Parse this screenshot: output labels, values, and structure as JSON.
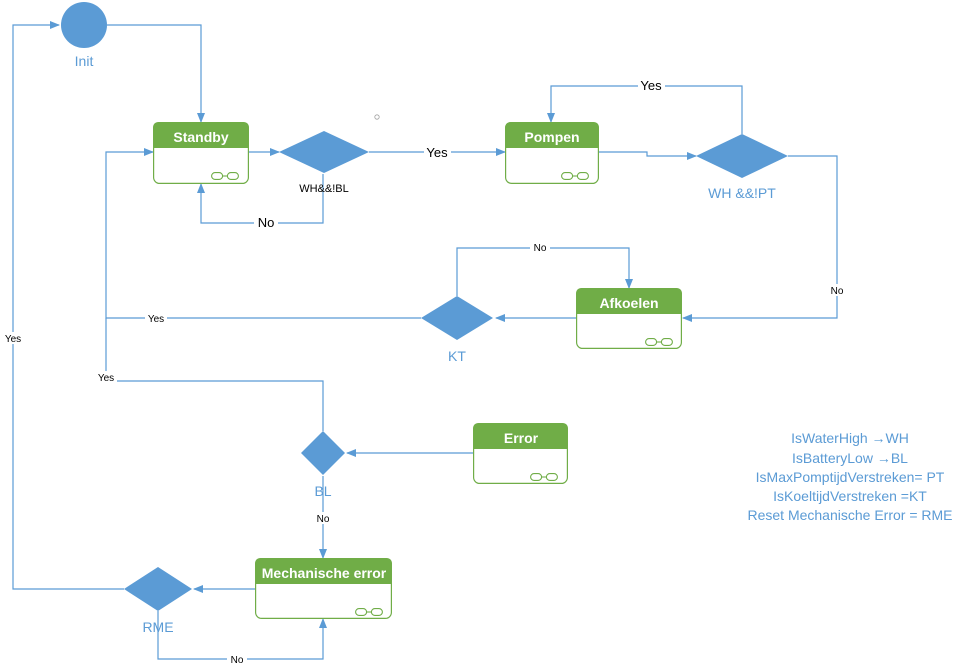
{
  "states": {
    "standby": "Standby",
    "pompen": "Pompen",
    "afkoelen": "Afkoelen",
    "error": "Error",
    "mech_error": "Mechanische error"
  },
  "nodes": {
    "init": "Init",
    "d1": "WH&&!BL",
    "d2": "WH &&!PT",
    "kt": "KT",
    "bl": "BL",
    "rme": "RME"
  },
  "edge_labels": {
    "yes_d1_pompen": "Yes",
    "no_d1_standby": "No",
    "yes_d2_loop": "Yes",
    "no_d2_afkoelen": "No",
    "no_kt_afkoelen": "No",
    "yes_kt_standby": "Yes",
    "yes_bl_standby": "Yes",
    "no_bl_mech": "No",
    "no_rme_mech": "No",
    "yes_rme_init": "Yes"
  },
  "legend": [
    "IsWaterHigh →WH",
    "IsBatteryLow →BL",
    "IsMaxPomptijdVerstreken= PT",
    "IsKoeltijdVerstreken =KT",
    "Reset Mechanische Error = RME"
  ],
  "colors": {
    "state_green": "#70ad47",
    "diagram_blue": "#5b9bd5"
  }
}
